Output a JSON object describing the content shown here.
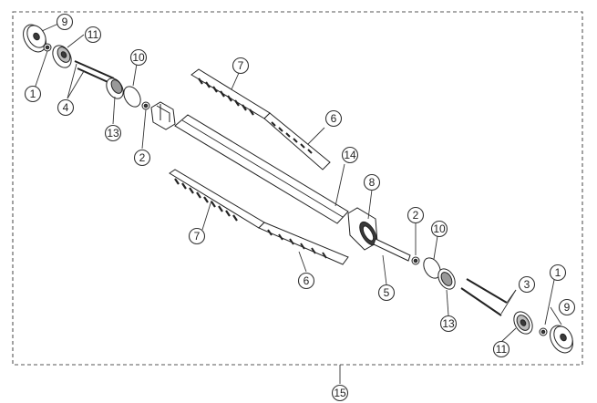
{
  "diagram": {
    "callouts": [
      "1",
      "9",
      "11",
      "4",
      "10",
      "13",
      "2",
      "7",
      "6",
      "14",
      "8",
      "7",
      "6",
      "5",
      "2",
      "10",
      "3",
      "1",
      "9",
      "13",
      "11",
      "15"
    ]
  },
  "colors": {
    "line": "#222222",
    "frame": "#555555",
    "part_fill": "#ffffff",
    "part_dark": "#3a3a3a",
    "background": "#ffffff"
  }
}
